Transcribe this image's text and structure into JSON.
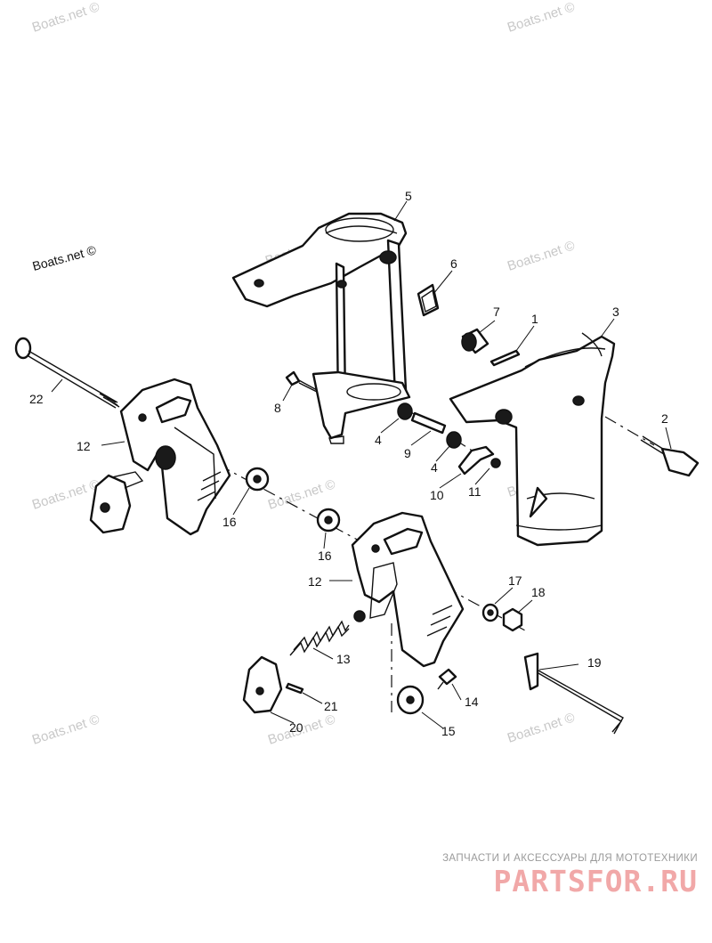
{
  "watermarks": [
    "Boats.net ©",
    "Boats.net ©",
    "Boats.net ©",
    "Boats.net ©",
    "Boats.net ©",
    "Boats.net ©",
    "Boats.net ©",
    "Boats.net ©",
    "Boats.net ©",
    "Boats.net ©",
    "Boats.net ©"
  ],
  "callouts": {
    "c1": "1",
    "c2": "2",
    "c3": "3",
    "c4a": "4",
    "c4b": "4",
    "c5": "5",
    "c6": "6",
    "c7": "7",
    "c8": "8",
    "c9": "9",
    "c10": "10",
    "c11": "11",
    "c12a": "12",
    "c12b": "12",
    "c13": "13",
    "c14": "14",
    "c15": "15",
    "c16a": "16",
    "c16b": "16",
    "c17": "17",
    "c18": "18",
    "c19": "19",
    "c20": "20",
    "c21": "21",
    "c22": "22"
  },
  "brand": {
    "tagline": "ЗАПЧАСТИ И АКСЕССУАРЫ ДЛЯ МОТОТЕХНИКИ",
    "logo": "PARTSFOR.RU",
    "logo_color": "#f1a8a8"
  }
}
